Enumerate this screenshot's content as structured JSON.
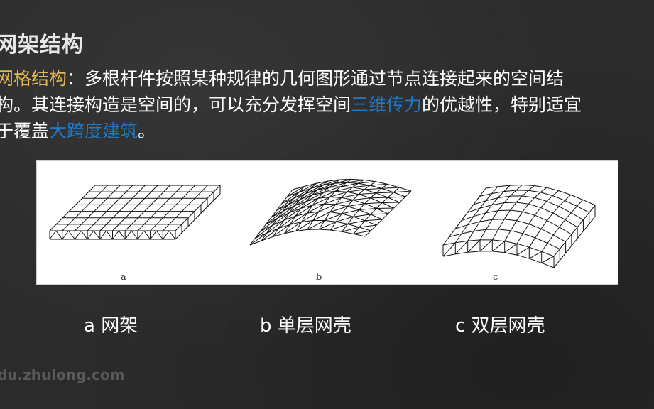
{
  "title": "网架结构",
  "paragraph": {
    "term": "网格结构",
    "line1_rest": "：多根杆件按照某种规律的几何图形通过节点连接起来的空间结",
    "line2_start": "构。其连接构造是空间的，可以充分发挥空间",
    "line2_highlight": "三维传力",
    "line2_end": "的优越性，特别适宜",
    "line3_start": "于覆盖",
    "line3_highlight": "大跨度建筑",
    "line3_end": "。"
  },
  "figure": {
    "sub_labels": [
      "a",
      "b",
      "c"
    ]
  },
  "captions": {
    "a": "a 网架",
    "b": "b 单层网壳",
    "c": "c 双层网壳"
  },
  "watermark": "du.zhulong.com",
  "colors": {
    "background": "#2b2b2b",
    "term_highlight": "#e2b656",
    "keyword_highlight": "#1f78c8"
  }
}
